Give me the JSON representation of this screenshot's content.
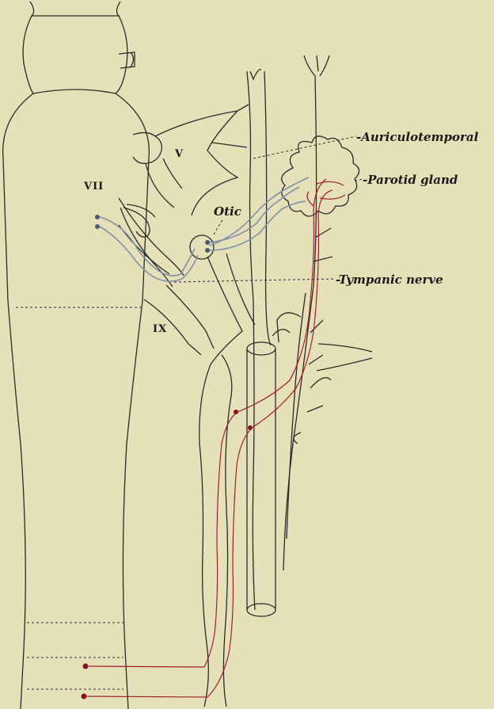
{
  "labels": {
    "auriculotemporal": "-Auriculotemporal",
    "parotid_gland": "-Parotid gland",
    "otic": "Otic",
    "tympanic_nerve": "-Tympanic nerve",
    "nerve_v": "V",
    "nerve_vii": "VII",
    "nerve_ix": "IX"
  },
  "colors": {
    "background": "#e6e0b8",
    "outline": "#2a2a2a",
    "preganglionic": "#8090a8",
    "postganglionic": "#a01e2e"
  }
}
